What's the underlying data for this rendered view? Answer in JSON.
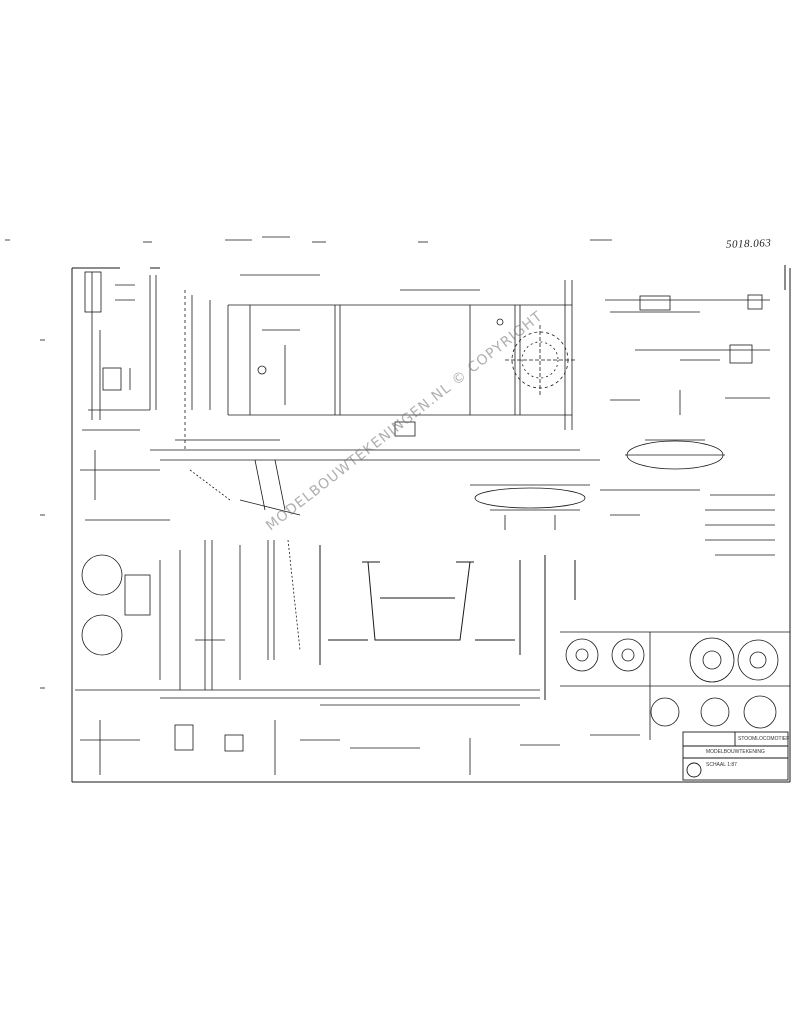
{
  "drawing": {
    "corner_reference": "5018.063",
    "watermark": "MODELBOUWTEKENINGEN.NL © COPYRIGHT",
    "title_block": {
      "line1": "STOOMLOCOMOTIEF",
      "line2": "MODELBOUWTEKENING",
      "line3": "SCHAAL 1:87"
    },
    "ink_color": "#1a1a1a"
  }
}
